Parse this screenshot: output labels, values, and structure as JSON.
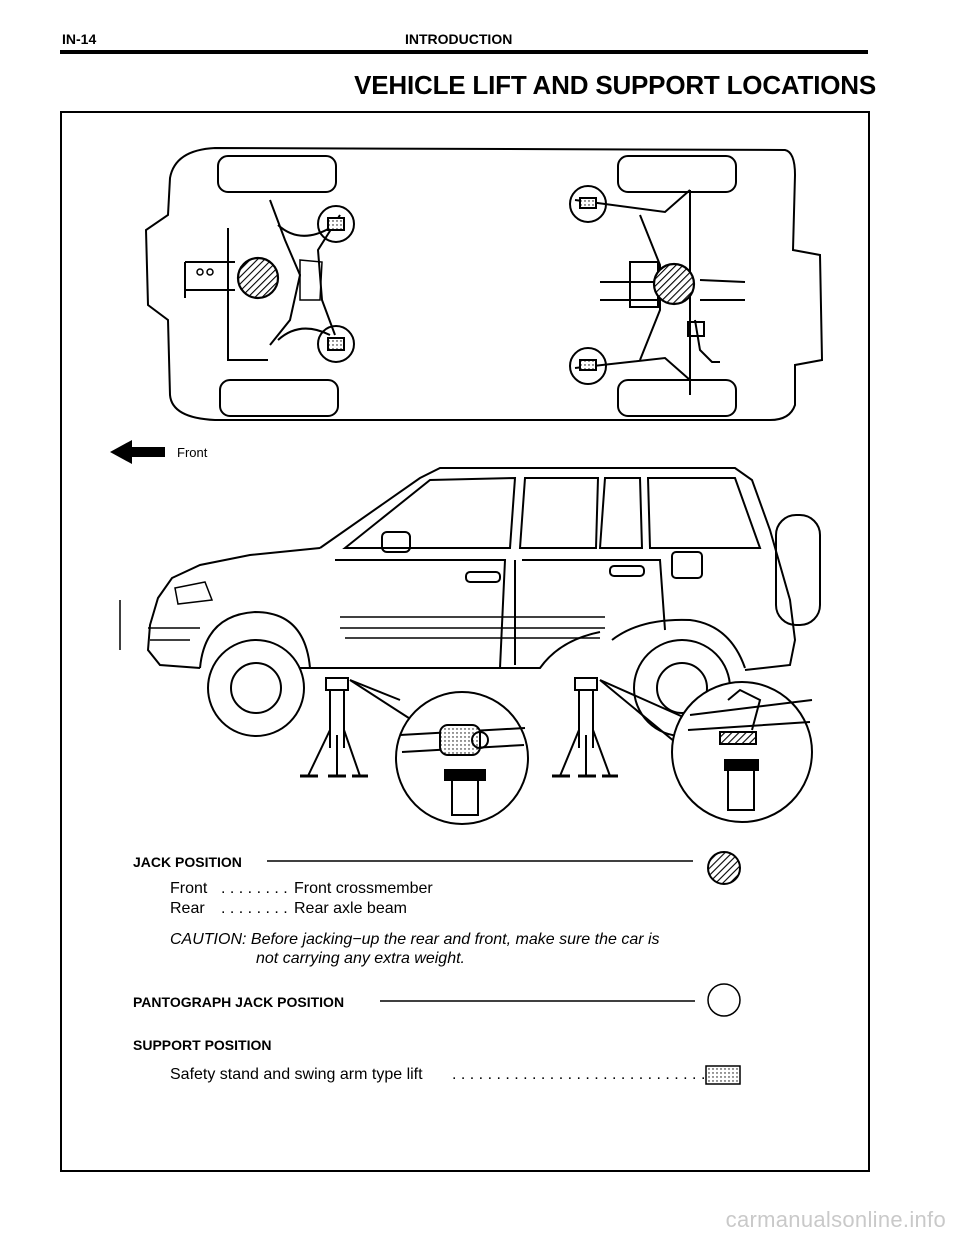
{
  "header": {
    "code": "IN-14",
    "title": "INTRODUCTION"
  },
  "page_title": "VEHICLE LIFT AND SUPPORT LOCATIONS",
  "diagram": {
    "front_label": "Front",
    "arrow_icon": "arrow-left-icon"
  },
  "legend": {
    "jack": {
      "heading": "JACK POSITION",
      "rows": [
        {
          "name": "Front",
          "dots": ". . . . . . . .",
          "value": "Front crossmember"
        },
        {
          "name": "Rear",
          "dots": ". . . . . . . .",
          "value": "Rear axle beam"
        }
      ],
      "caution_line1": "CAUTION: Before jacking−up the rear and front, make sure the car is",
      "caution_line2": "not carrying any extra weight."
    },
    "pantograph": {
      "heading": "PANTOGRAPH JACK POSITION"
    },
    "support": {
      "heading": "SUPPORT POSITION",
      "row": "Safety stand and swing arm type lift",
      "dots": ". . . . . . . . . . . . . . . . . . . . . . . . . . . . ."
    }
  },
  "watermark": "carmanualsonline.info"
}
